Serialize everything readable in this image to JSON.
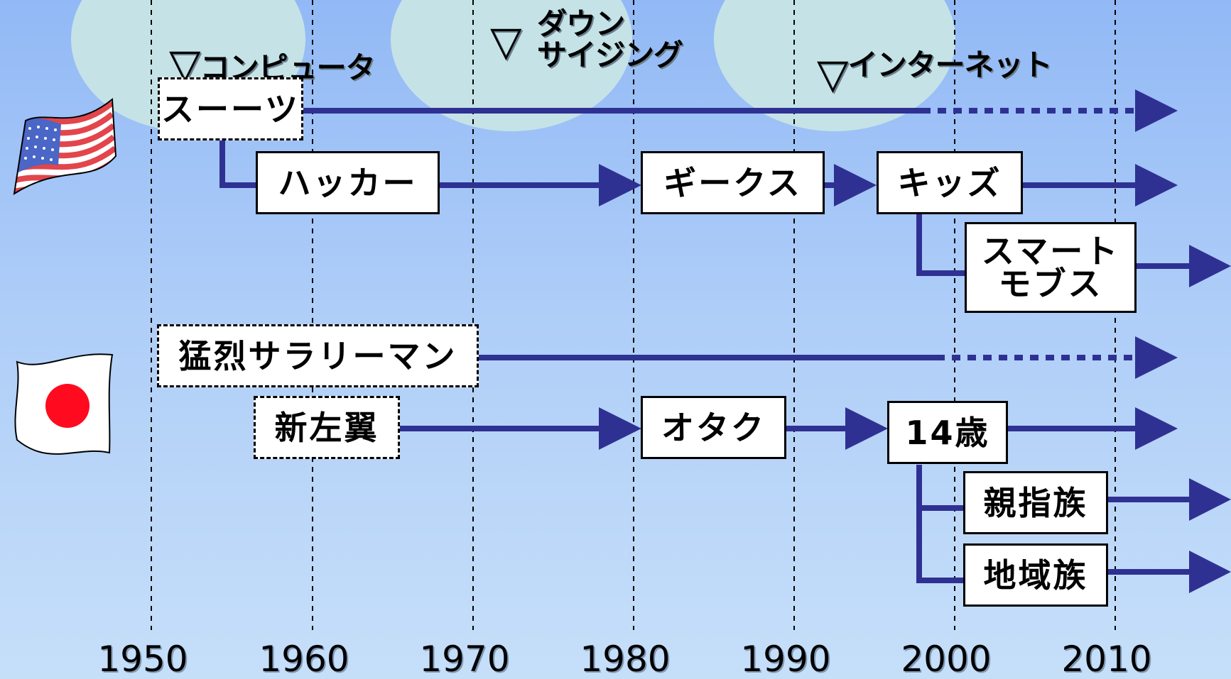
{
  "timeline": {
    "years": [
      "1950",
      "1960",
      "1970",
      "1980",
      "1990",
      "2000",
      "2010"
    ]
  },
  "eras": [
    {
      "marker": "▽",
      "label": "コンピュータ"
    },
    {
      "marker": "▽",
      "label": "ダウン\nサイジング"
    },
    {
      "marker": "▽",
      "label": "インターネット"
    }
  ],
  "flags": {
    "usa": {
      "icon": "us-flag-icon"
    },
    "japan": {
      "icon": "japan-flag-icon"
    }
  },
  "usa_nodes": {
    "suits": "スーーツ",
    "hackers": "ハッカー",
    "geeks": "ギークス",
    "kids": "キッズ",
    "smart_mobs": "スマート\nモブス"
  },
  "japan_nodes": {
    "salaryman": "猛烈サラリーマン",
    "new_left": "新左翼",
    "otaku": "オタク",
    "fourteen": "14歳",
    "thumb_tribe": "親指族",
    "local_tribe": "地域族"
  },
  "colors": {
    "arrow": "#2f3192",
    "box_border": "#000000",
    "box_fill": "#ffffff",
    "cloud": "#c5e3e6",
    "flag_red": "#ff0a1f"
  }
}
